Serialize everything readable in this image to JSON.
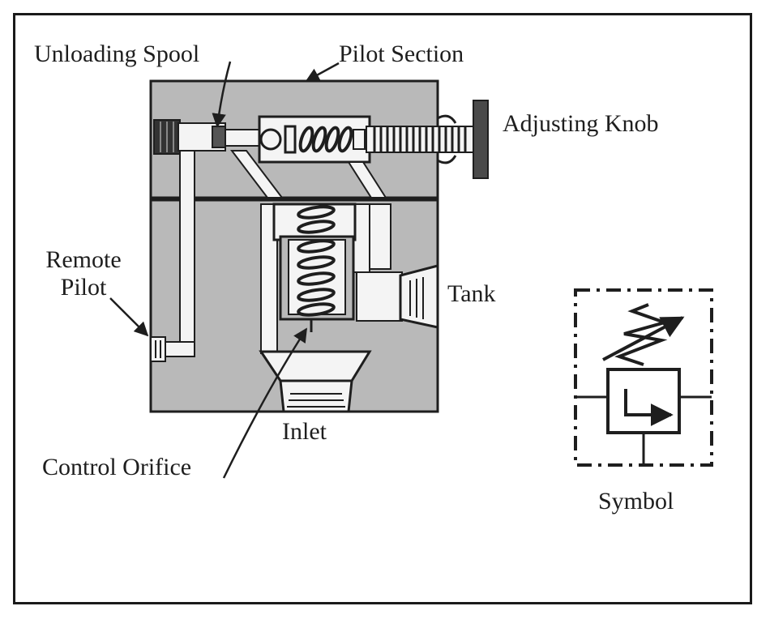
{
  "labels": {
    "unloading_spool": "Unloading Spool",
    "pilot_section": "Pilot Section",
    "adjusting_knob": "Adjusting Knob",
    "remote_pilot_line1": "Remote",
    "remote_pilot_line2": "Pilot",
    "tank": "Tank",
    "inlet": "Inlet",
    "control_orifice": "Control Orifice",
    "symbol": "Symbol"
  },
  "colors": {
    "body_fill": "#b9b9b9",
    "outline": "#1e1e1e",
    "passage_fill": "#f4f4f4",
    "knob_fill": "#4a4a4a"
  }
}
